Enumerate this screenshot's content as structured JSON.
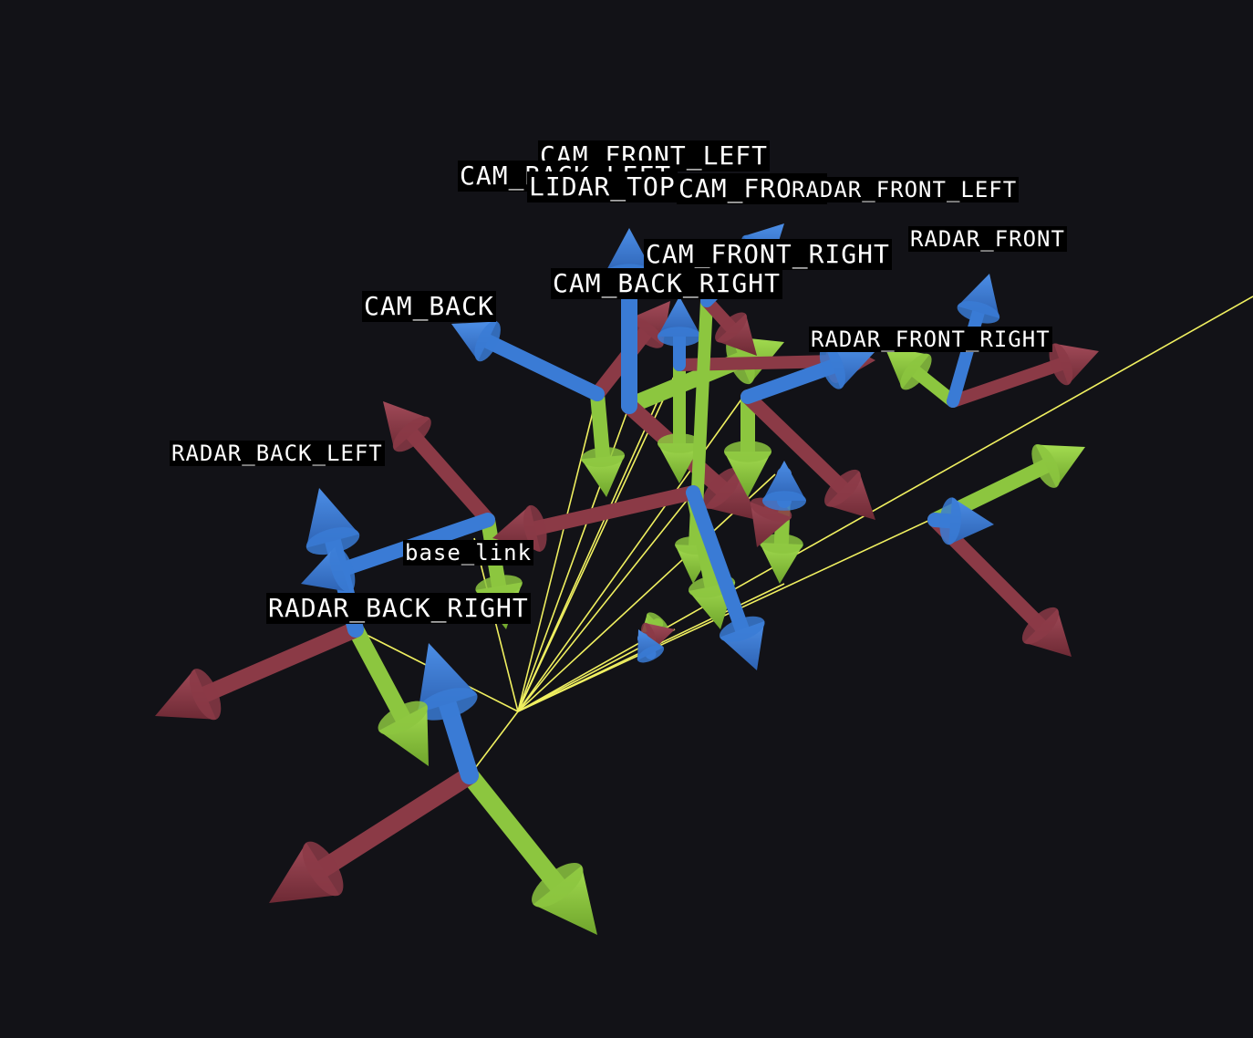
{
  "viewer": {
    "background": "#121217",
    "axis_colors": {
      "x": "#8b3a46",
      "y": "#8cc63f",
      "z": "#3a7bd5",
      "link": "#f0f060"
    }
  },
  "frames": [
    {
      "id": "cam_front_left",
      "label": "CAM_FRONT_LEFT"
    },
    {
      "id": "cam_back_left",
      "label": "CAM_BACK_LEFT"
    },
    {
      "id": "lidar_top",
      "label": "LIDAR_TOP"
    },
    {
      "id": "cam_front",
      "label": "CAM_FRONT"
    },
    {
      "id": "radar_front_left",
      "label": "RADAR_FRONT_LEFT"
    },
    {
      "id": "radar_front",
      "label": "RADAR_FRONT"
    },
    {
      "id": "cam_front_right",
      "label": "CAM_FRONT_RIGHT"
    },
    {
      "id": "cam_back_right",
      "label": "CAM_BACK_RIGHT"
    },
    {
      "id": "cam_back",
      "label": "CAM_BACK"
    },
    {
      "id": "radar_front_right",
      "label": "RADAR_FRONT_RIGHT"
    },
    {
      "id": "radar_back_left",
      "label": "RADAR_BACK_LEFT"
    },
    {
      "id": "base_link",
      "label": "base_link"
    },
    {
      "id": "radar_back_right",
      "label": "RADAR_BACK_RIGHT"
    }
  ]
}
